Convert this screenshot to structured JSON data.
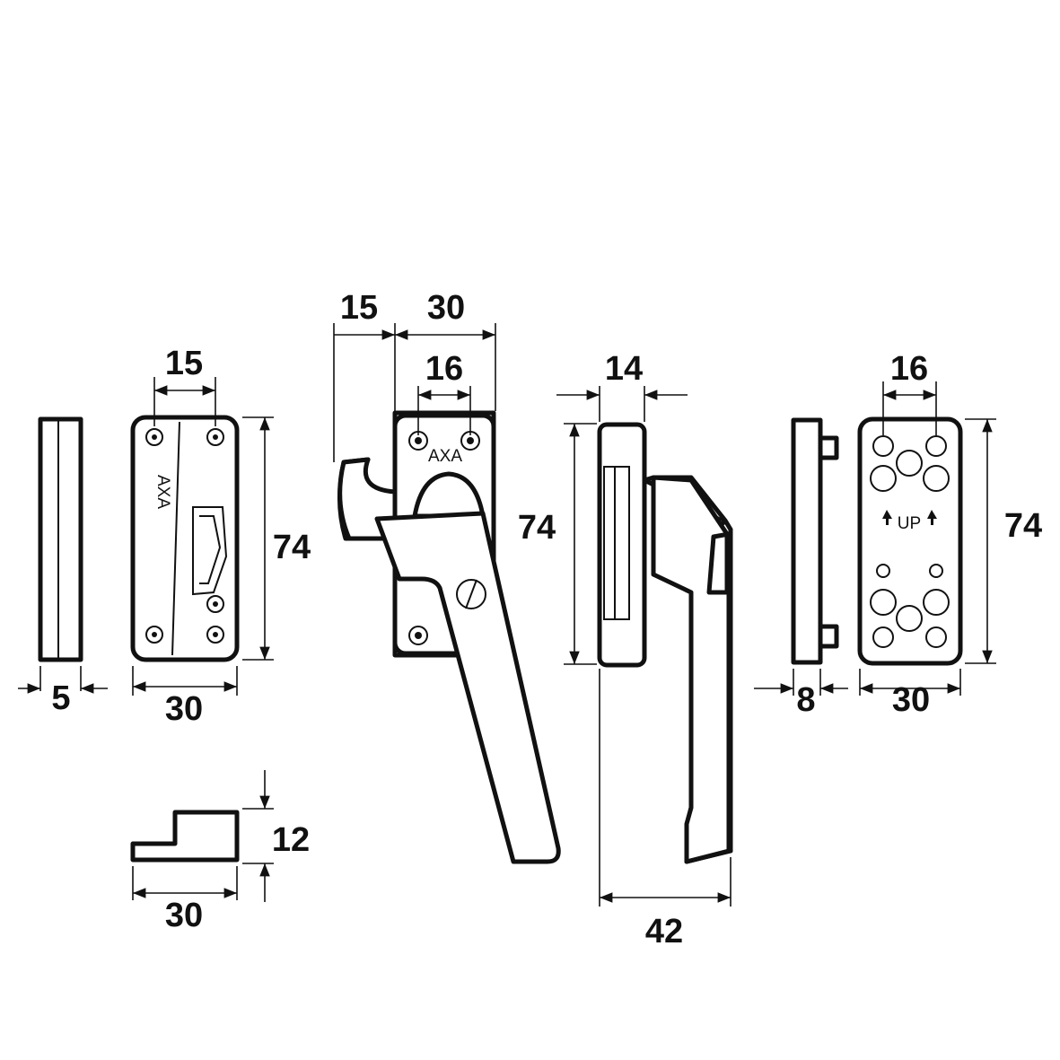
{
  "colors": {
    "line": "#111111",
    "background": "#ffffff"
  },
  "markings": {
    "brand_left": "AXA",
    "brand_center": "AXA",
    "up_label": "UP"
  },
  "dimensions": {
    "strip_thickness": "5",
    "strike_width": "30",
    "strike_hole_spacing": "15",
    "strike_height": "74",
    "hook_offset": "15",
    "handle_base_width": "30",
    "handle_hole_spacing": "16",
    "handle_height": "74",
    "side_depth": "14",
    "side_projection": "42",
    "plate_thickness": "8",
    "plate_width": "30",
    "plate_hole_spacing": "16",
    "plate_height": "74",
    "block_height": "12",
    "block_width": "30"
  }
}
